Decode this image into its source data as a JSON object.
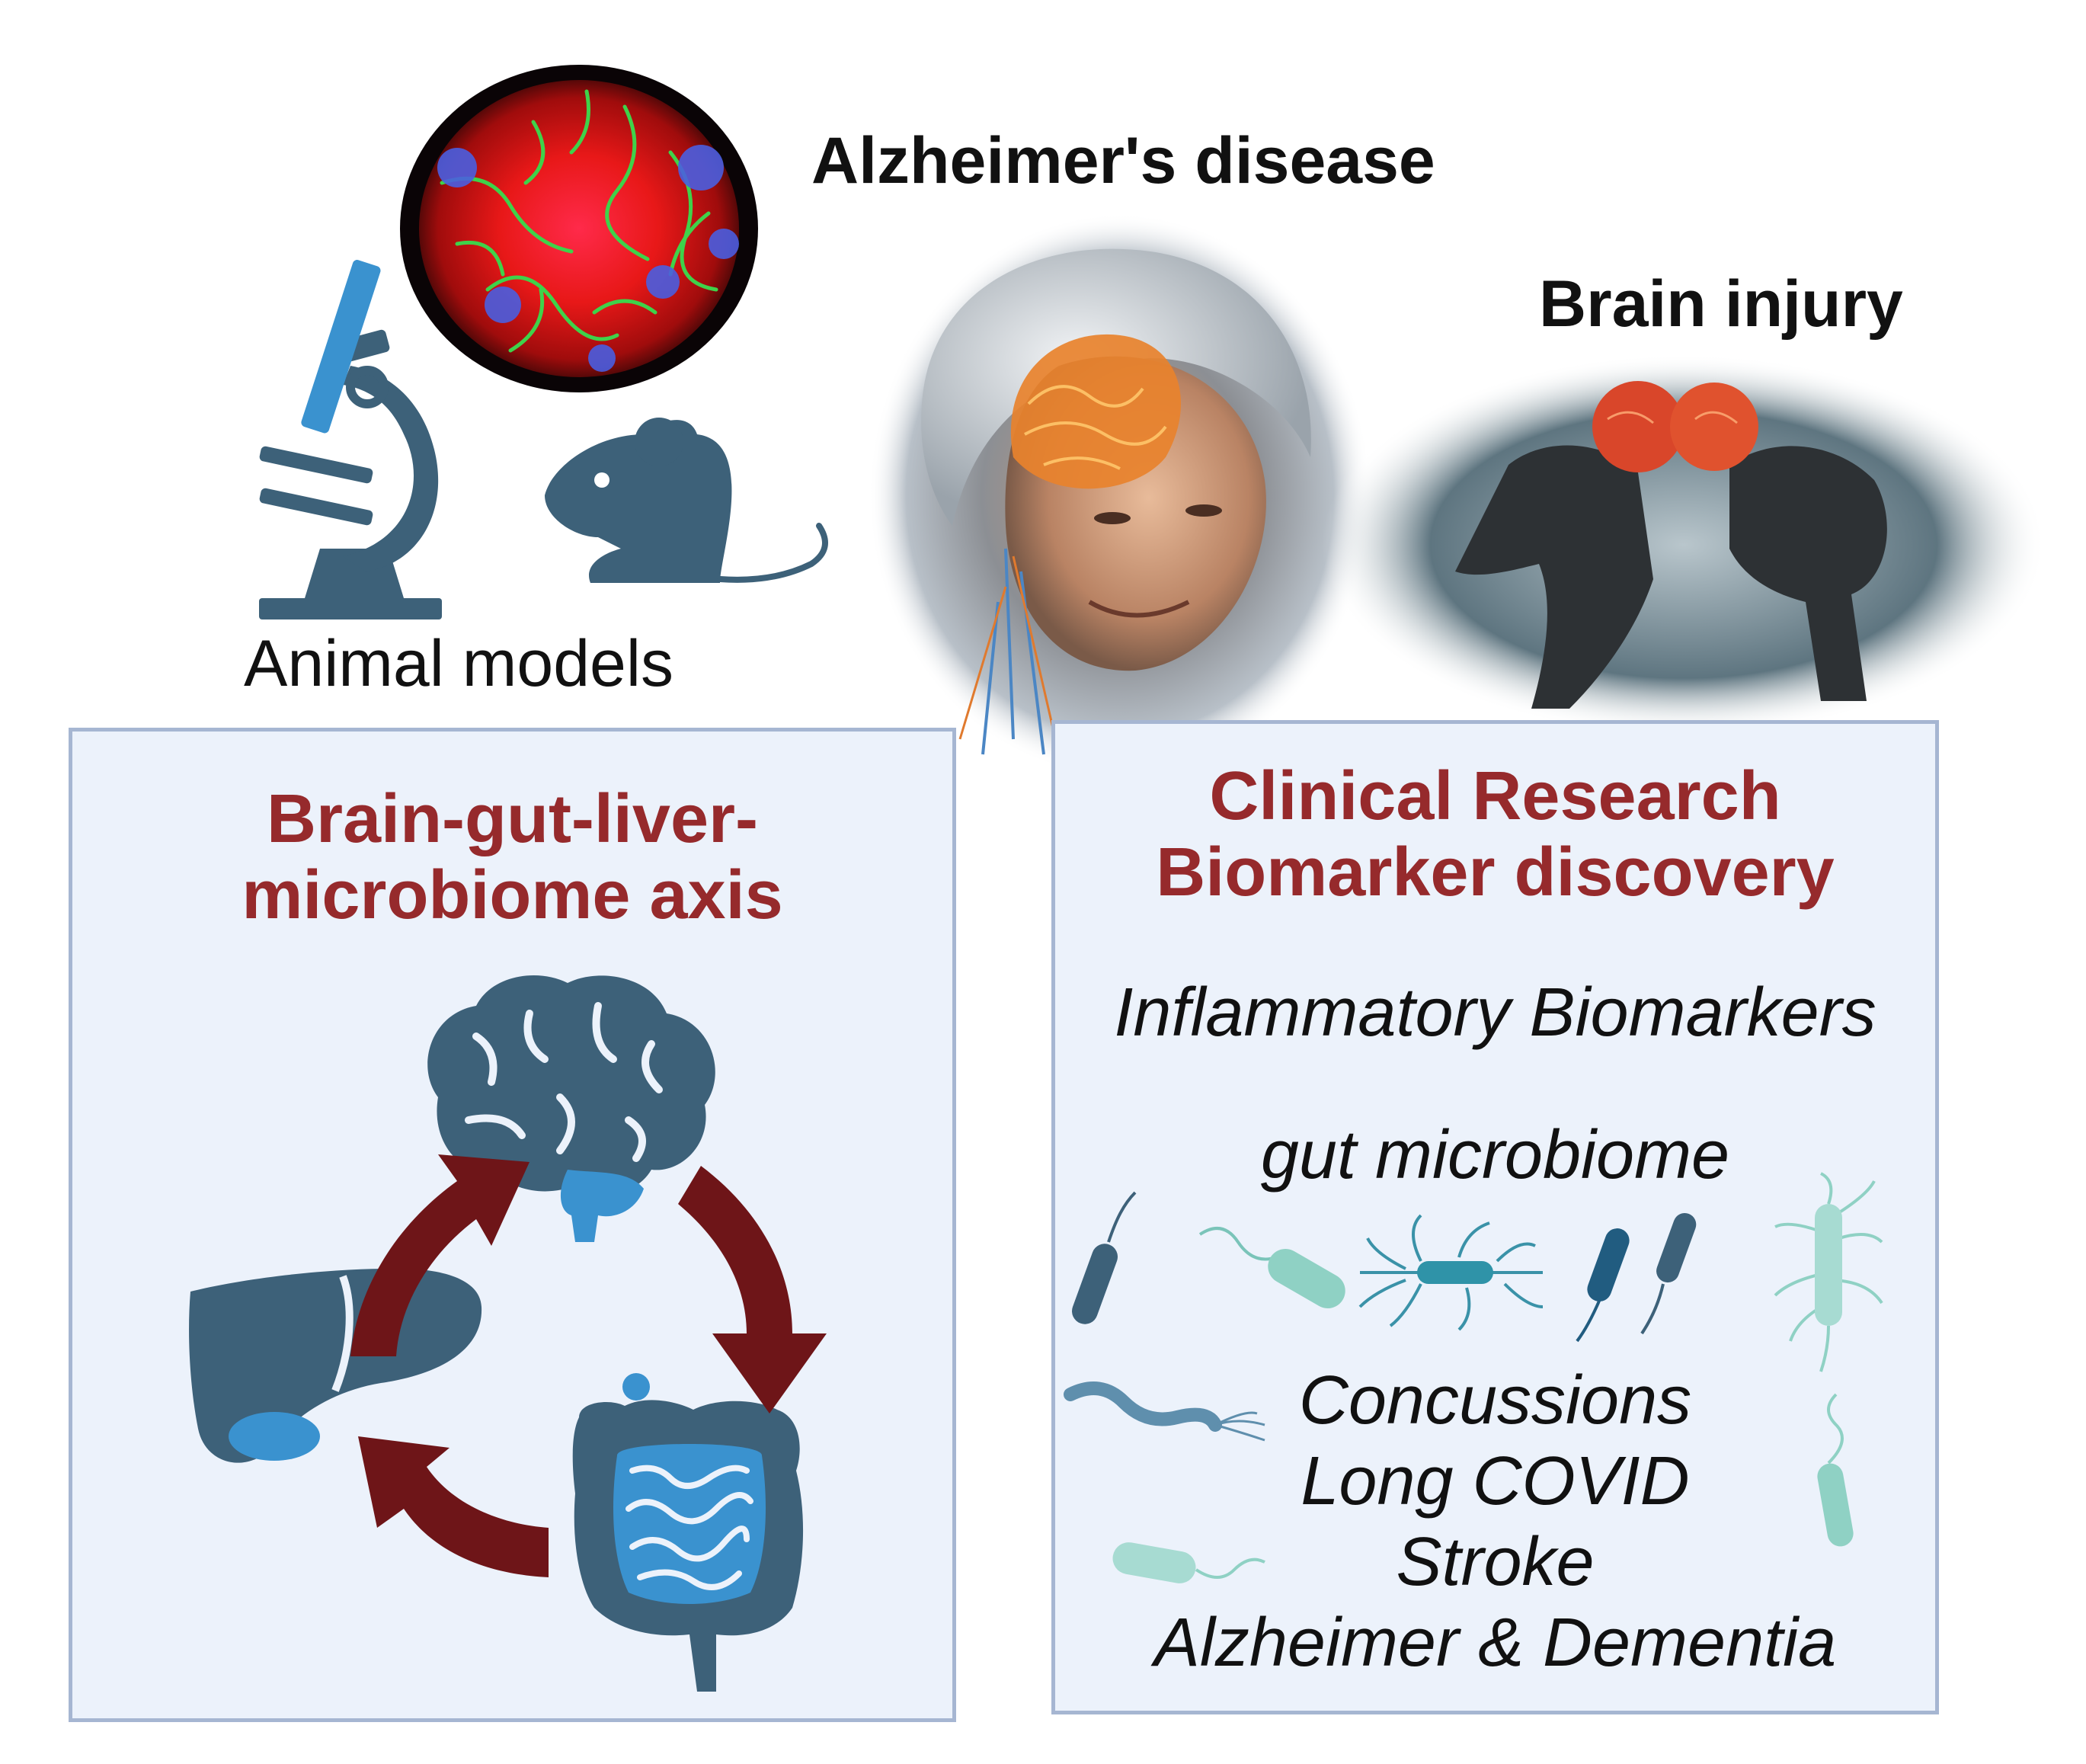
{
  "labels": {
    "alzheimers": "Alzheimer's disease",
    "brain_injury": "Brain injury",
    "animal_models": "Animal models"
  },
  "left_panel": {
    "title_line1": "Brain-gut-liver-",
    "title_line2": "microbiome axis"
  },
  "right_panel": {
    "title_line1": "Clinical Research",
    "title_line2": "Biomarker discovery",
    "inflammatory": "Inflammatory Biomarkers",
    "gut": "gut microbiome",
    "conditions": [
      "Concussions",
      "Long COVID",
      "Stroke",
      "Alzheimer & Dementia"
    ]
  },
  "colors": {
    "title_red": "#962a2c",
    "icon_slate": "#3d6179",
    "icon_blue": "#3a92cf",
    "arrow_maroon": "#6e1518",
    "panel_bg": "#ecf2fb",
    "panel_border": "#a6b6d2"
  },
  "icons": [
    "microscope-icon",
    "mouse-icon",
    "brain-icon",
    "liver-icon",
    "intestine-icon",
    "bacteria-icon"
  ]
}
